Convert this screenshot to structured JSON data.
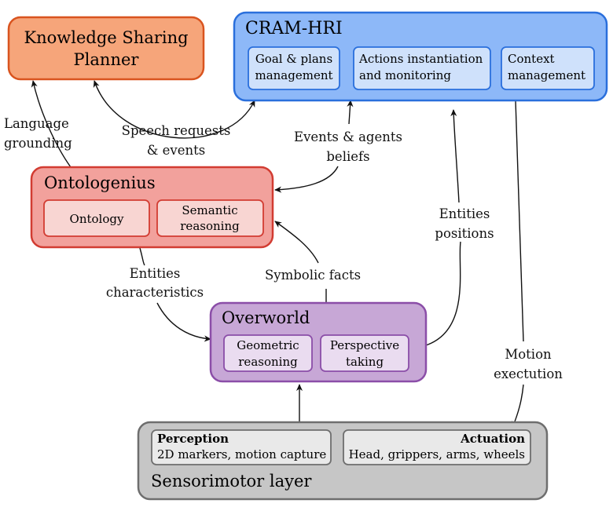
{
  "modules": {
    "ksp": {
      "title_line1": "Knowledge Sharing",
      "title_line2": "Planner",
      "fill": "#f6a57a",
      "stroke": "#d9541f"
    },
    "cram": {
      "title": "CRAM-HRI",
      "fill": "#8db8f8",
      "stroke": "#2a6fdc",
      "sub_fill": "#cfe1fb",
      "subs": [
        {
          "line1": "Goal & plans",
          "line2": "management"
        },
        {
          "line1": "Actions instantiation",
          "line2": "and monitoring"
        },
        {
          "line1": "Context",
          "line2": "management"
        }
      ]
    },
    "ontologenius": {
      "title": "Ontologenius",
      "fill": "#f2a19c",
      "stroke": "#d23c32",
      "sub_fill": "#f8d5d2",
      "subs": [
        {
          "line1": "Ontology",
          "line2": ""
        },
        {
          "line1": "Semantic",
          "line2": "reasoning"
        }
      ]
    },
    "overworld": {
      "title": "Overworld",
      "fill": "#c7a7d6",
      "stroke": "#8b4ea8",
      "sub_fill": "#eadcf0",
      "subs": [
        {
          "line1": "Geometric",
          "line2": "reasoning"
        },
        {
          "line1": "Perspective",
          "line2": "taking"
        }
      ]
    },
    "sensorimotor": {
      "title": "Sensorimotor layer",
      "fill": "#c6c6c6",
      "stroke": "#6e6e6e",
      "sub_fill": "#e9e9e9",
      "perception": {
        "heading": "Perception",
        "text": "2D markers, motion capture"
      },
      "actuation": {
        "heading": "Actuation",
        "text": "Head, grippers, arms, wheels"
      }
    }
  },
  "edges": {
    "language_grounding": {
      "line1": "Language",
      "line2": "grounding"
    },
    "speech_requests": {
      "line1": "Speech requests",
      "line2": "& events"
    },
    "events_beliefs": {
      "line1": "Events & agents",
      "line2": "beliefs"
    },
    "entities_characteristics": {
      "line1": "Entities",
      "line2": "characteristics"
    },
    "symbolic_facts": {
      "line1": "Symbolic facts"
    },
    "entities_positions": {
      "line1": "Entities",
      "line2": "positions"
    },
    "motion_execution": {
      "line1": "Motion",
      "line2": "exectution"
    }
  }
}
